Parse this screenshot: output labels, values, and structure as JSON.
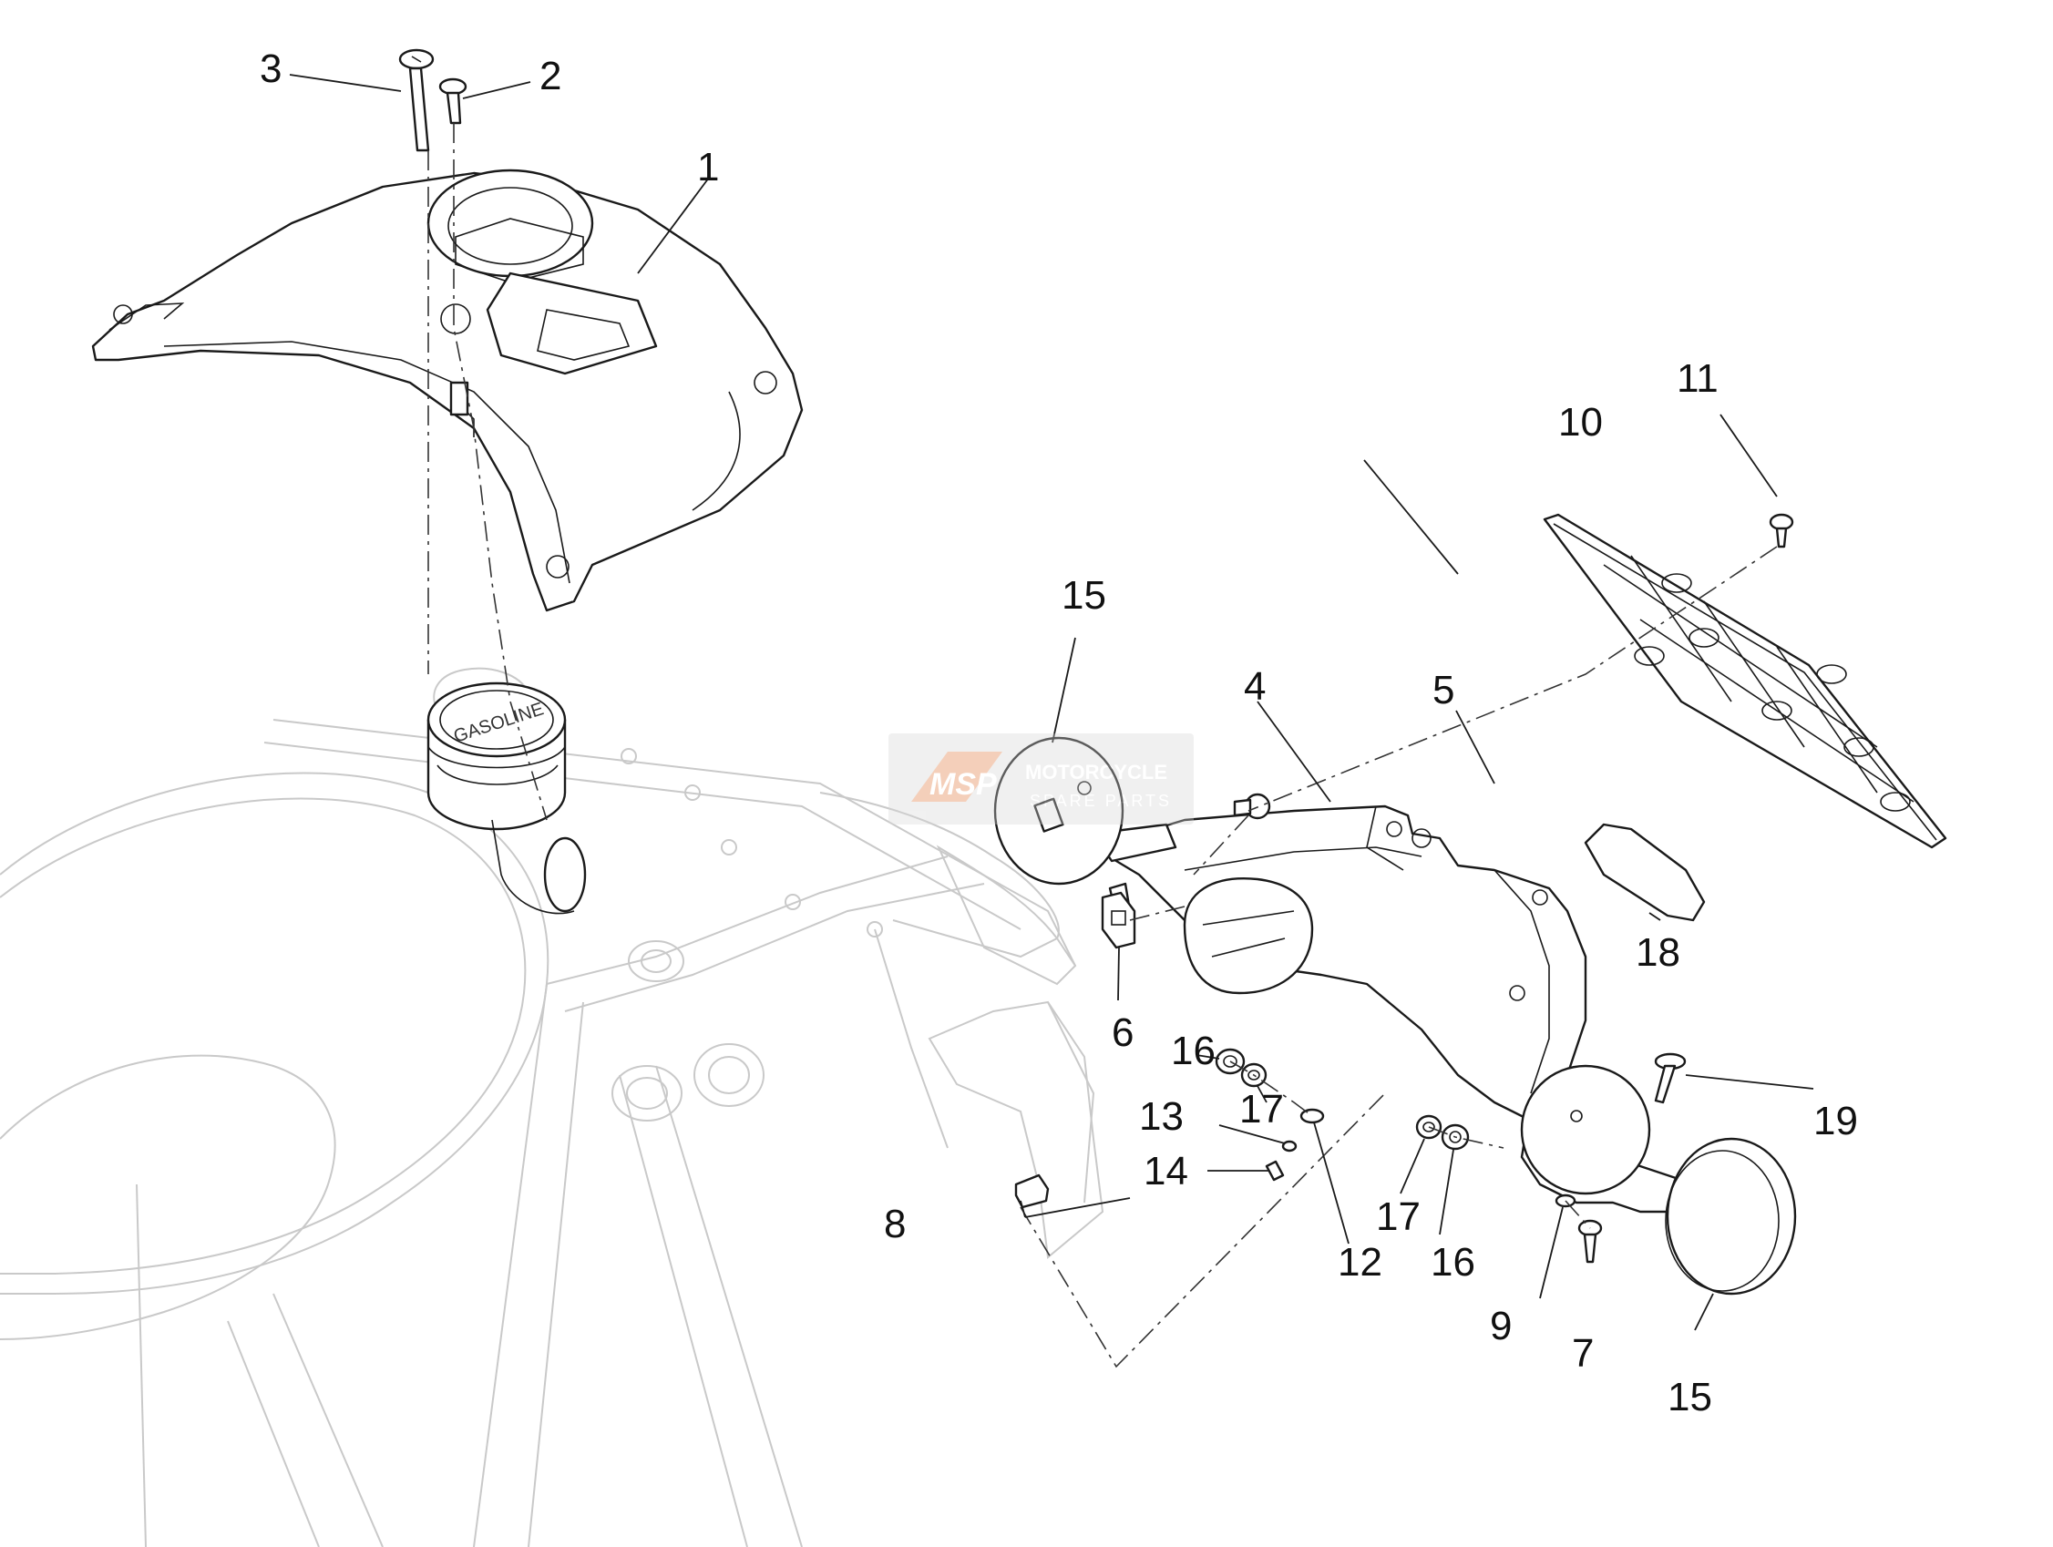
{
  "diagram": {
    "callouts": [
      "1",
      "2",
      "3",
      "4",
      "5",
      "6",
      "7",
      "8",
      "9",
      "10",
      "11",
      "12",
      "13",
      "14",
      "15",
      "15",
      "16",
      "16",
      "17",
      "17",
      "18",
      "19"
    ]
  },
  "watermark": {
    "logo_text": "MSP",
    "line1": "MOTORCYCLE",
    "line2": "SPARE PARTS"
  },
  "fuel_cap": {
    "text": "GASOLINE"
  }
}
